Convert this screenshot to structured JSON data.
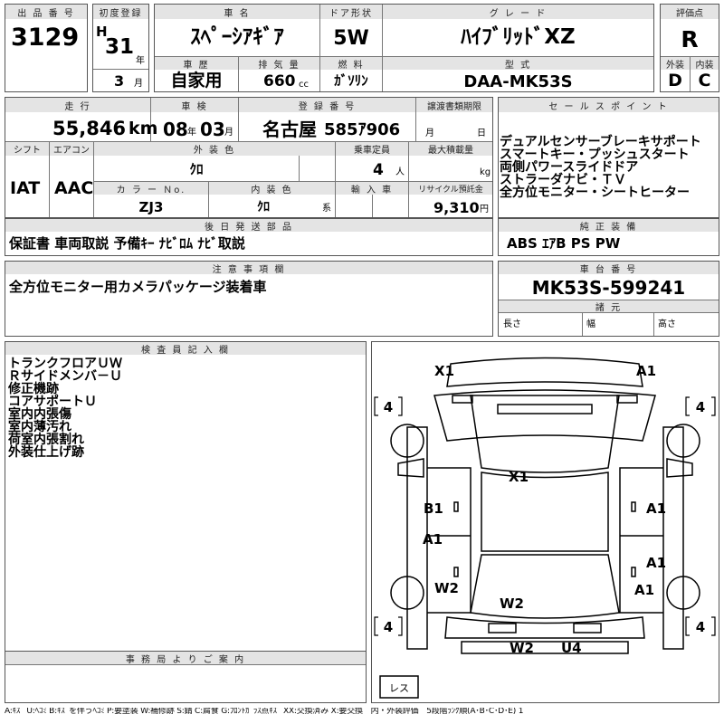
{
  "row1": {
    "lot_label": "出 品 番 号",
    "lot_no": "3129",
    "first_reg_label": "初度登録",
    "era": "H",
    "year": "31",
    "year_unit": "年",
    "month": "3",
    "month_unit": "月",
    "car_name_label": "車 名",
    "car_name": "ｽﾍﾟｰｼｱｷﾞｱ",
    "door_label": "ドア形状",
    "door": "5W",
    "grade_label": "グ レ ー ド",
    "grade": "ﾊｲﾌﾞﾘｯﾄﾞXZ",
    "score_label": "評価点",
    "score": "R",
    "history_label": "車 歴",
    "history": "自家用",
    "displacement_label": "排 気 量",
    "displacement": "660",
    "displacement_unit": "cc",
    "fuel_label": "燃 料",
    "fuel": "ｶﾞｿﾘﾝ",
    "model_label": "型 式",
    "model": "DAA-MK53S",
    "exterior_label": "外装",
    "exterior": "D",
    "interior_label": "内装",
    "interior": "C"
  },
  "row2": {
    "mileage_label": "走 行",
    "mileage": "55,846",
    "mileage_unit": "km",
    "inspection_label": "車 検",
    "insp_year": "08",
    "insp_year_unit": "年",
    "insp_month": "03",
    "insp_month_unit": "月",
    "plate_label": "登 録 番 号",
    "plate_area": "名古屋",
    "plate_no": "585ｱ906",
    "transfer_label": "譲渡書類期限",
    "transfer_month_unit": "月",
    "transfer_day_unit": "日",
    "shift_label": "シフト",
    "shift": "IAT",
    "ac_label": "エアコン",
    "ac": "AAC",
    "ext_color_label": "外 装 色",
    "ext_color": "ｸﾛ",
    "capacity_label": "乗車定員",
    "capacity": "4",
    "capacity_unit": "人",
    "max_load_label": "最大積載量",
    "max_load_unit": "kg",
    "color_no_label": "カ ラ ー Ｎo.",
    "color_no": "ZJ3",
    "int_color_label": "内 装 色",
    "int_color": "ｸﾛ",
    "int_color_unit": "系",
    "import_label": "輸 入 車",
    "recycle_label": "リサイクル預託金",
    "recycle": "9,310",
    "recycle_unit": "円"
  },
  "sales": {
    "label": "セ ー ル ス ポ イ ン ト",
    "points": [
      "デュアルセンサーブレーキサポート",
      "スマートキー・プッシュスタート",
      "両側パワースライドドア",
      "ストラーダナビ・ＴＶ",
      "全方位モニター・シートヒーター"
    ]
  },
  "later_parts": {
    "label": "後 日 発 送 部 品",
    "value": "保証書 車両取説 予備ｷｰ ﾅﾋﾞﾛﾑ ﾅﾋﾞ取説"
  },
  "genuine": {
    "label": "純 正 装 備",
    "value": "ABS ｴｱB PS PW"
  },
  "notes": {
    "label": "注 意 事 項 欄",
    "value": "全方位モニター用カメラパッケージ装着車"
  },
  "chassis": {
    "label": "車 台 番 号",
    "value": "MK53S-599241"
  },
  "dims": {
    "label": "諸 元",
    "length_label": "長さ",
    "width_label": "幅",
    "height_label": "高さ"
  },
  "inspector": {
    "label": "検 査 員 記 入 欄",
    "items": [
      "トランクフロアＵＷ",
      "Ｒサイドメンバ－Ｕ",
      "修正機跡",
      "コアサポートＵ",
      "室内内張傷",
      "室内薄汚れ",
      "荷室内張割れ",
      "外装仕上げ跡"
    ]
  },
  "office": {
    "label": "事 務 局 よ り ご 案 内"
  },
  "diagram": {
    "tires": [
      "4",
      "4",
      "4",
      "4"
    ],
    "marks": [
      "X1",
      "A1",
      "X1",
      "B1",
      "A1",
      "A1",
      "A1",
      "W2",
      "A1",
      "W2",
      "W2",
      "U4"
    ],
    "res_label": "レス"
  },
  "legend": "A:ｷｽﾞ U:ﾍｺﾐ B:ｷｽﾞを伴うﾍｺﾐ P:要塗装 W:補修跡 S:錆 C:腐食 G:ﾌﾛﾝﾄｶﾞﾗｽ点ｷｽﾞ XX:交換済み X:要交換　内・外装評価　5段階ﾗﾝｸ順(A･B･C･D･E) 1"
}
